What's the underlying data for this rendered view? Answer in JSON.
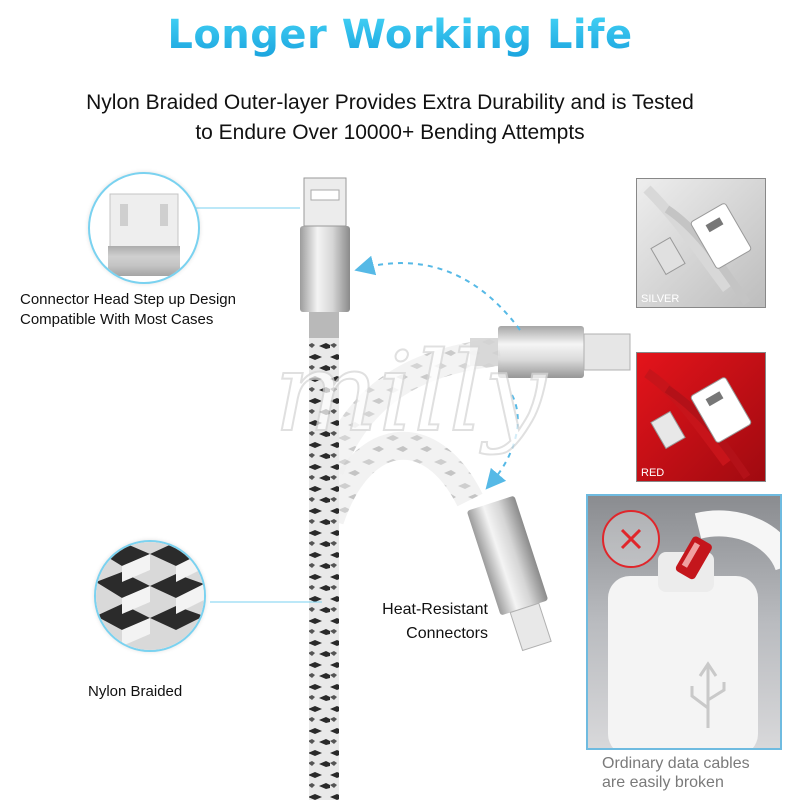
{
  "title": "Longer Working Life",
  "subtitle": {
    "line1": "Nylon Braided Outer-layer Provides Extra Durability and is Tested",
    "line2": "to Endure Over 10000+ Bending Attempts"
  },
  "callouts": {
    "connector_head": {
      "line1": "Connector Head Step up Design",
      "line2": "Compatible With Most Cases"
    },
    "nylon_braided": "Nylon Braided",
    "heat_resistant": {
      "line1": "Heat-Resistant",
      "line2": "Connectors"
    }
  },
  "variants": [
    {
      "label": "SILVER",
      "color": "#c8c8c8"
    },
    {
      "label": "RED",
      "color": "#d7141b"
    }
  ],
  "comparison": {
    "caption_line1": "Ordinary data cables",
    "caption_line2": "are easily broken",
    "x_color": "#e0262b"
  },
  "watermark": "milly",
  "colors": {
    "accent": "#2bb6e6",
    "guide": "#7ad2f0"
  }
}
